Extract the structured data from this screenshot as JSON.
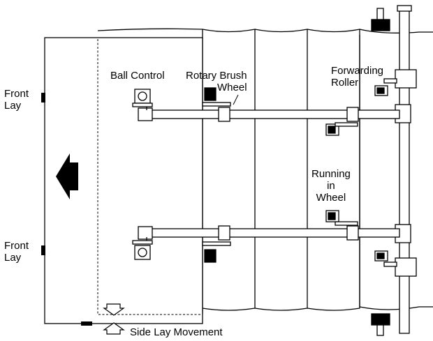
{
  "labels": {
    "front_lay_top": "Front\nLay",
    "front_lay_bottom": "Front\nLay",
    "ball_control": "Ball Control",
    "rotary_brush_wheel": "Rotary Brush\nWheel",
    "forwarding_roller": "Forwarding\nRoller",
    "running_in_wheel": "Running\nin\nWheel",
    "side_lay_movement": "Side Lay Movement"
  },
  "colors": {
    "ink": "#000000",
    "paper": "#ffffff"
  }
}
